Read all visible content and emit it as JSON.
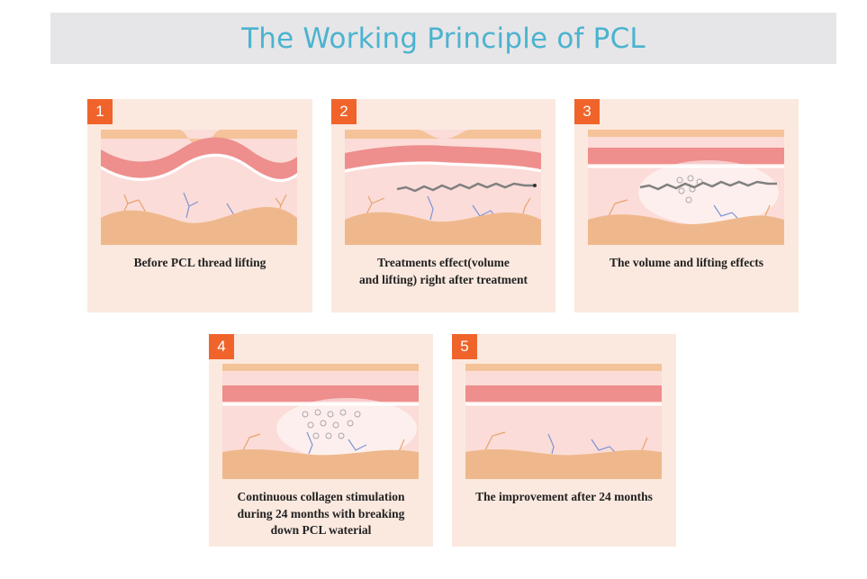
{
  "title": "The Working Principle of PCL",
  "panels": [
    {
      "number": "1",
      "caption_lines": [
        "Before PCL thread lifting"
      ]
    },
    {
      "number": "2",
      "caption_lines": [
        "Treatments effect(volume",
        "and lifting) right after treatment"
      ]
    },
    {
      "number": "3",
      "caption_lines": [
        "The volume and lifting effects"
      ]
    },
    {
      "number": "4",
      "caption_lines": [
        "Continuous collagen stimulation",
        "during 24 months with breaking",
        "down PCL waterial"
      ]
    },
    {
      "number": "5",
      "caption_lines": [
        "The improvement after 24 months"
      ]
    }
  ],
  "colors": {
    "title_text": "#4bb3cf",
    "title_bg": "#e6e6e8",
    "panel_bg": "#fbe9df",
    "badge": "#f0642b",
    "skin_top": "#f4c399",
    "dermis_band": "#ee8e8d",
    "tissue": "#fbdcd8",
    "fat": "#efb88c",
    "thread": "#808080",
    "vessel_orange": "#e8a36b",
    "vessel_blue": "#7b95d6"
  }
}
